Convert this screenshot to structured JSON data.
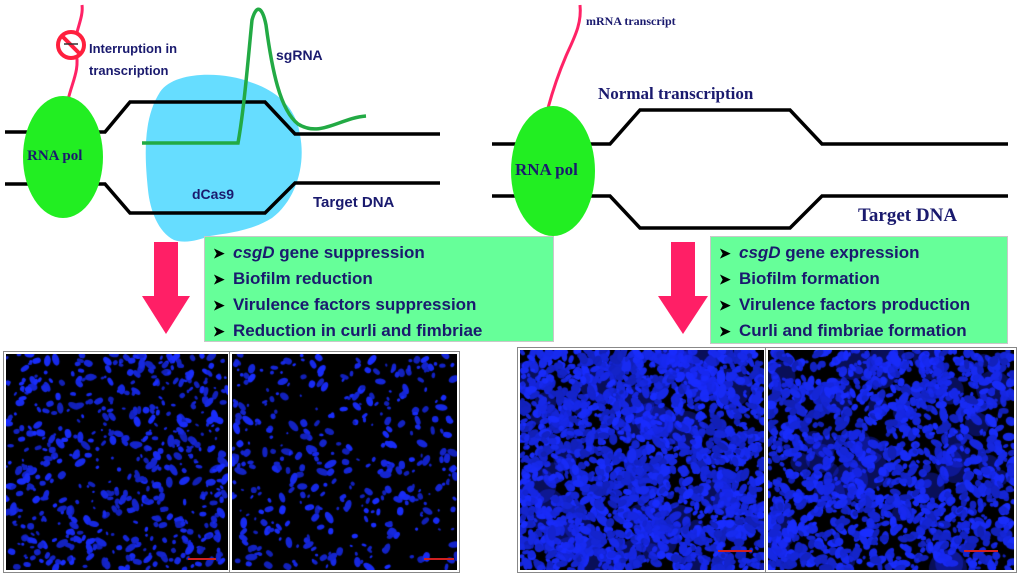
{
  "left": {
    "rnapol_label": "RNA pol",
    "interruption_label_line1": "Interruption in",
    "interruption_label_line2": "transcription",
    "sgrna_label": "sgRNA",
    "dcas9_label": "dCas9",
    "target_dna_label": "Target DNA",
    "effects": [
      {
        "gene": "csgD",
        "text": " gene suppression"
      },
      {
        "gene": "",
        "text": "Biofilm reduction"
      },
      {
        "gene": "",
        "text": "Virulence factors suppression"
      },
      {
        "gene": "",
        "text": "Reduction in curli and fimbriae"
      }
    ]
  },
  "right": {
    "mrna_label": "mRNA transcript",
    "normal_label": "Normal transcription",
    "rnapol_label": "RNA pol",
    "target_dna_label": "Target DNA",
    "effects": [
      {
        "gene": "csgD",
        "text": " gene expression"
      },
      {
        "gene": "",
        "text": "Biofilm formation"
      },
      {
        "gene": "",
        "text": "Virulence factors production"
      },
      {
        "gene": "",
        "text": "Curli and fimbriae formation"
      }
    ]
  },
  "colors": {
    "rnapol": "#22ee22",
    "dcas9": "#66ddff",
    "sgrna": "#22aa44",
    "mrna": "#ff2266",
    "arrow": "#ff1f66",
    "dna": "#000000",
    "effect_box": "#66ff99",
    "label": "#1a1a6e",
    "micro_blue": "#1a2cff"
  },
  "icons": {
    "no_symbol": "prohibition-icon",
    "down_arrow": "down-arrow-icon",
    "bullet": "arrowhead-bullet-icon"
  },
  "micrographs": [
    {
      "density": 0.22,
      "cluster": "sparse"
    },
    {
      "density": 0.14,
      "cluster": "sparse"
    },
    {
      "density": 0.62,
      "cluster": "dense"
    },
    {
      "density": 0.45,
      "cluster": "dense"
    }
  ]
}
